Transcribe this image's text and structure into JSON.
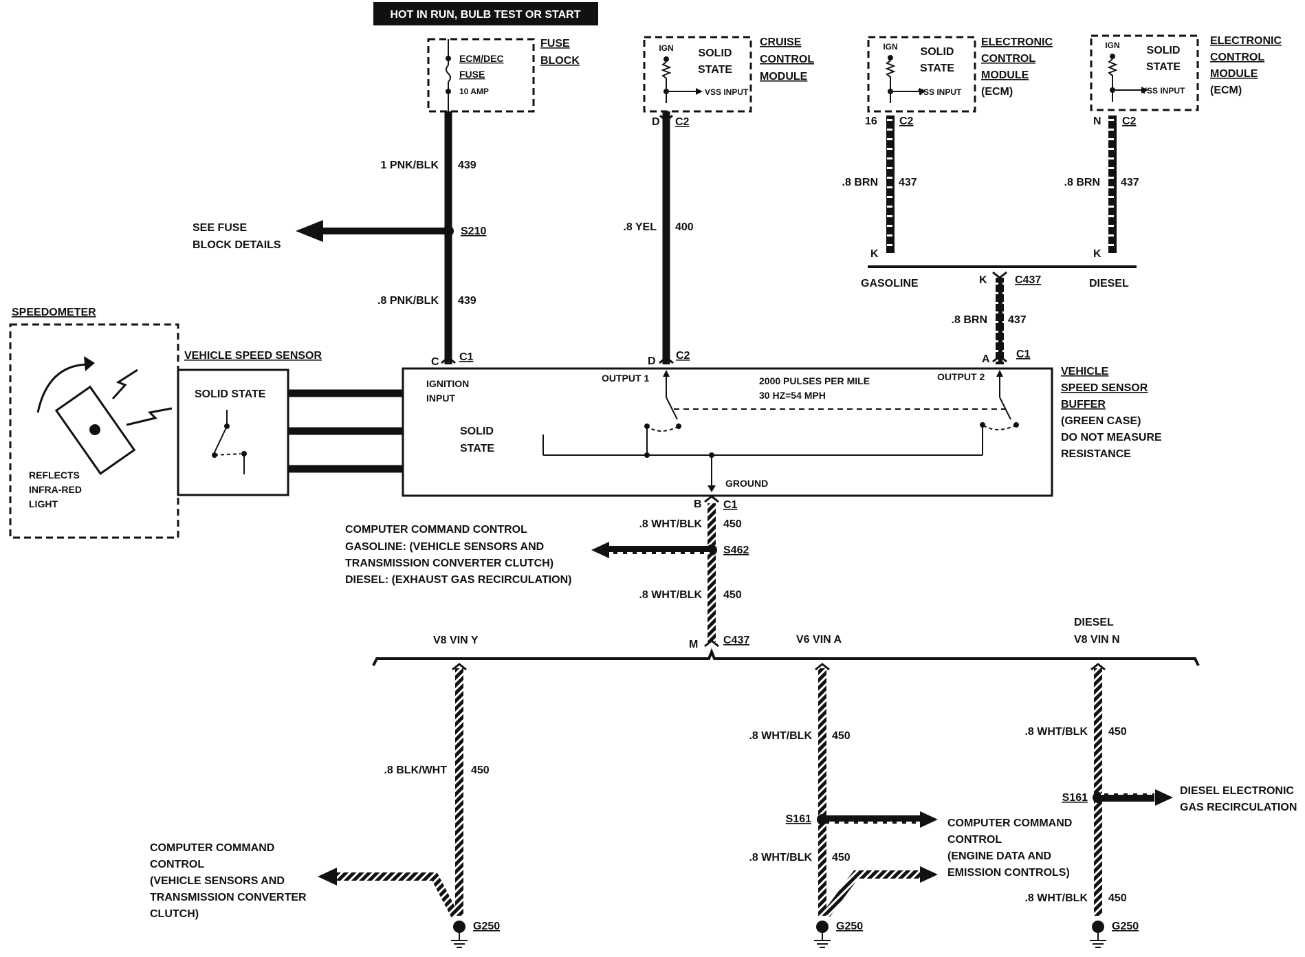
{
  "hot_banner": "HOT IN RUN, BULB TEST OR START",
  "fuse": {
    "name_line1": "ECM/DEC",
    "name_line2": "FUSE",
    "rating": "10 AMP",
    "block_line1": "FUSE",
    "block_line2": "BLOCK"
  },
  "wires": {
    "w439_top": {
      "gauge": "1 PNK/BLK",
      "circuit": "439"
    },
    "w439_bottom": {
      "gauge": ".8 PNK/BLK",
      "circuit": "439"
    },
    "w400": {
      "gauge": ".8 YEL",
      "circuit": "400"
    },
    "w437_gas": {
      "gauge": ".8 BRN",
      "circuit": "437"
    },
    "w437_dsl": {
      "gauge": ".8 BRN",
      "circuit": "437"
    },
    "w437_main": {
      "gauge": ".8 BRN",
      "circuit": "437"
    },
    "w450_a": {
      "gauge": ".8 WHT/BLK",
      "circuit": "450"
    },
    "w450_b": {
      "gauge": ".8 WHT/BLK",
      "circuit": "450"
    },
    "w450_v8y": {
      "gauge": ".8 BLK/WHT",
      "circuit": "450"
    },
    "w450_v6a_top": {
      "gauge": ".8 WHT/BLK",
      "circuit": "450"
    },
    "w450_v6a_bot": {
      "gauge": ".8 WHT/BLK",
      "circuit": "450"
    },
    "w450_dsl_top": {
      "gauge": ".8 WHT/BLK",
      "circuit": "450"
    },
    "w450_dsl_bot": {
      "gauge": ".8 WHT/BLK",
      "circuit": "450"
    }
  },
  "splices": {
    "s210": "S210",
    "s462": "S462",
    "s161_v6": "S161",
    "s161_dsl": "S161"
  },
  "see_fuse_line1": "SEE FUSE",
  "see_fuse_line2": "BLOCK DETAILS",
  "modules": {
    "cruise": {
      "ign": "IGN",
      "solid1": "SOLID",
      "solid2": "STATE",
      "vss": "VSS INPUT",
      "name": [
        "CRUISE",
        "CONTROL",
        "MODULE"
      ],
      "pin": "D",
      "conn": "C2"
    },
    "ecm_gas": {
      "ign": "IGN",
      "solid1": "SOLID",
      "solid2": "STATE",
      "vss": "VSS INPUT",
      "name": [
        "ELECTRONIC",
        "CONTROL",
        "MODULE",
        "(ECM)"
      ],
      "pin": "16",
      "conn": "C2"
    },
    "ecm_dsl": {
      "ign": "IGN",
      "solid1": "SOLID",
      "solid2": "STATE",
      "vss": "VSS INPUT",
      "name": [
        "ELECTRONIC",
        "CONTROL",
        "MODULE",
        "(ECM)"
      ],
      "pin": "N",
      "conn": "C2"
    }
  },
  "k_pins": {
    "gas": "K",
    "dsl": "K",
    "c437": "K"
  },
  "gasoline_label": "GASOLINE",
  "diesel_label": "DIESEL",
  "c437_top": "C437",
  "speedometer": {
    "title": "SPEEDOMETER",
    "reflect1": "REFLECTS",
    "reflect2": "INFRA-RED",
    "reflect3": "LIGHT"
  },
  "vss": {
    "title": "VEHICLE SPEED SENSOR",
    "solid": "SOLID STATE"
  },
  "buffer": {
    "pin_c": "C",
    "conn_c": "C1",
    "pin_d": "D",
    "conn_d": "C2",
    "pin_a": "A",
    "conn_a": "C1",
    "ign1": "IGNITION",
    "ign2": "INPUT",
    "solid1": "SOLID",
    "solid2": "STATE",
    "output1": "OUTPUT 1",
    "output2": "OUTPUT 2",
    "pulses1": "2000 PULSES PER MILE",
    "pulses2": "30 HZ=54 MPH",
    "ground": "GROUND",
    "pin_b": "B",
    "conn_b": "C1",
    "name": [
      "VEHICLE",
      "SPEED SENSOR",
      "BUFFER"
    ],
    "note": [
      "(GREEN CASE)",
      "DO NOT MEASURE",
      "RESISTANCE"
    ]
  },
  "ccc_note": [
    "COMPUTER COMMAND CONTROL",
    "GASOLINE:  (VEHICLE SENSORS AND",
    "TRANSMISSION CONVERTER CLUTCH)",
    "DIESEL:  (EXHAUST GAS RECIRCULATION)"
  ],
  "c437_bottom": {
    "pin": "M",
    "conn": "C437"
  },
  "variants": {
    "v8y": "V8 VIN Y",
    "v6a": "V6 VIN A",
    "dsl1": "DIESEL",
    "dsl2": "V8 VIN N"
  },
  "grounds": {
    "g1": "G250",
    "g2": "G250",
    "g3": "G250"
  },
  "ccc_left": [
    "COMPUTER COMMAND",
    "CONTROL",
    "(VEHICLE SENSORS AND",
    "TRANSMISSION CONVERTER",
    "CLUTCH)"
  ],
  "ccc_right": [
    "COMPUTER COMMAND",
    "CONTROL",
    "(ENGINE DATA AND",
    "EMISSION CONTROLS)"
  ],
  "diesel_egr": [
    "DIESEL ELECTRONIC",
    "GAS RECIRCULATION"
  ]
}
